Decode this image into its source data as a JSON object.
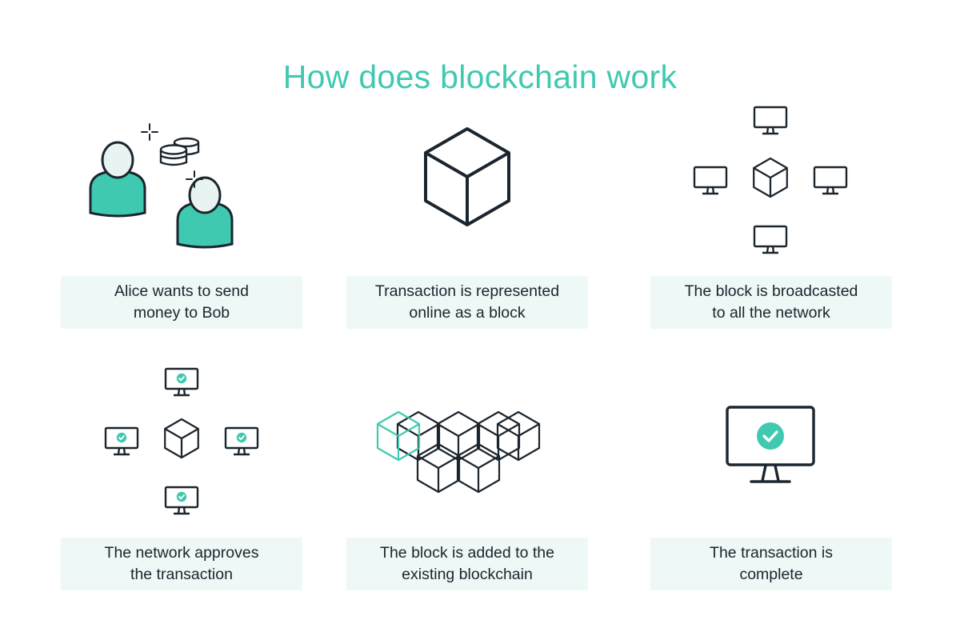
{
  "title": "How does blockchain work",
  "colors": {
    "accent": "#3fc9b0",
    "ink": "#1b252e",
    "caption_bg": "#eef8f6"
  },
  "steps": [
    {
      "caption": "Alice wants to send\nmoney to Bob",
      "icons": [
        "person-icon",
        "coins-icon",
        "sparkle-icon"
      ]
    },
    {
      "caption": "Transaction is represented\nonline as a block",
      "icons": [
        "cube-icon"
      ]
    },
    {
      "caption": "The block is broadcasted\nto all the network",
      "icons": [
        "monitor-icon",
        "cube-icon"
      ]
    },
    {
      "caption": "The network approves\nthe transaction",
      "icons": [
        "monitor-check-icon",
        "cube-icon"
      ]
    },
    {
      "caption": "The block is added to the\nexisting blockchain",
      "icons": [
        "cube-chain-icon"
      ]
    },
    {
      "caption": "The transaction is\ncomplete",
      "icons": [
        "monitor-check-icon"
      ]
    }
  ]
}
